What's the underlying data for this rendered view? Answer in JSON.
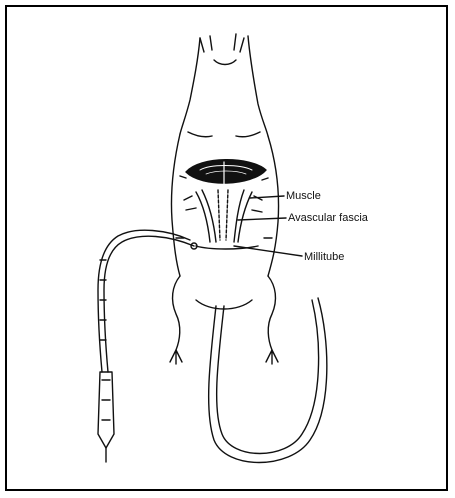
{
  "figure": {
    "labels": {
      "muscle": "Muscle",
      "avascular_fascia": "Avascular fascia",
      "millitube": "Millitube"
    },
    "colors": {
      "frame": "#000000",
      "ink": "#111111",
      "background": "#ffffff"
    }
  }
}
